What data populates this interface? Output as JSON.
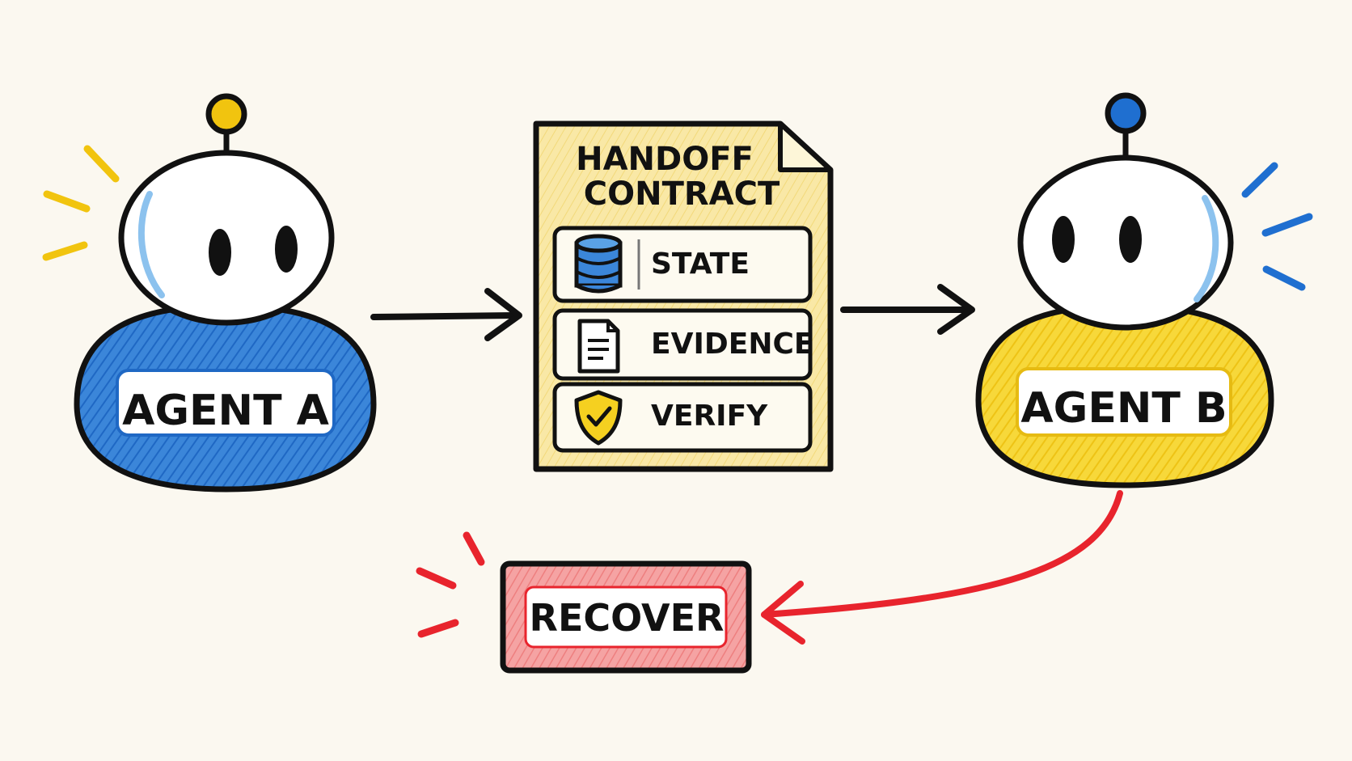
{
  "agents": {
    "a": {
      "label": "AGENT A",
      "body_color": "#2f7fd6",
      "antenna_color": "#f1c40f"
    },
    "b": {
      "label": "AGENT B",
      "body_color": "#f5d020",
      "antenna_color": "#1f6fd0"
    }
  },
  "contract": {
    "title_line1": "HANDOFF",
    "title_line2": "CONTRACT",
    "paper_color": "#f8e6a0",
    "rows": [
      {
        "label": "STATE",
        "icon": "database-icon"
      },
      {
        "label": "EVIDENCE",
        "icon": "document-icon"
      },
      {
        "label": "VERIFY",
        "icon": "shield-check-icon"
      }
    ]
  },
  "recover": {
    "label": "RECOVER",
    "fill_color": "#f39a9a",
    "accent_color": "#e8242d"
  }
}
